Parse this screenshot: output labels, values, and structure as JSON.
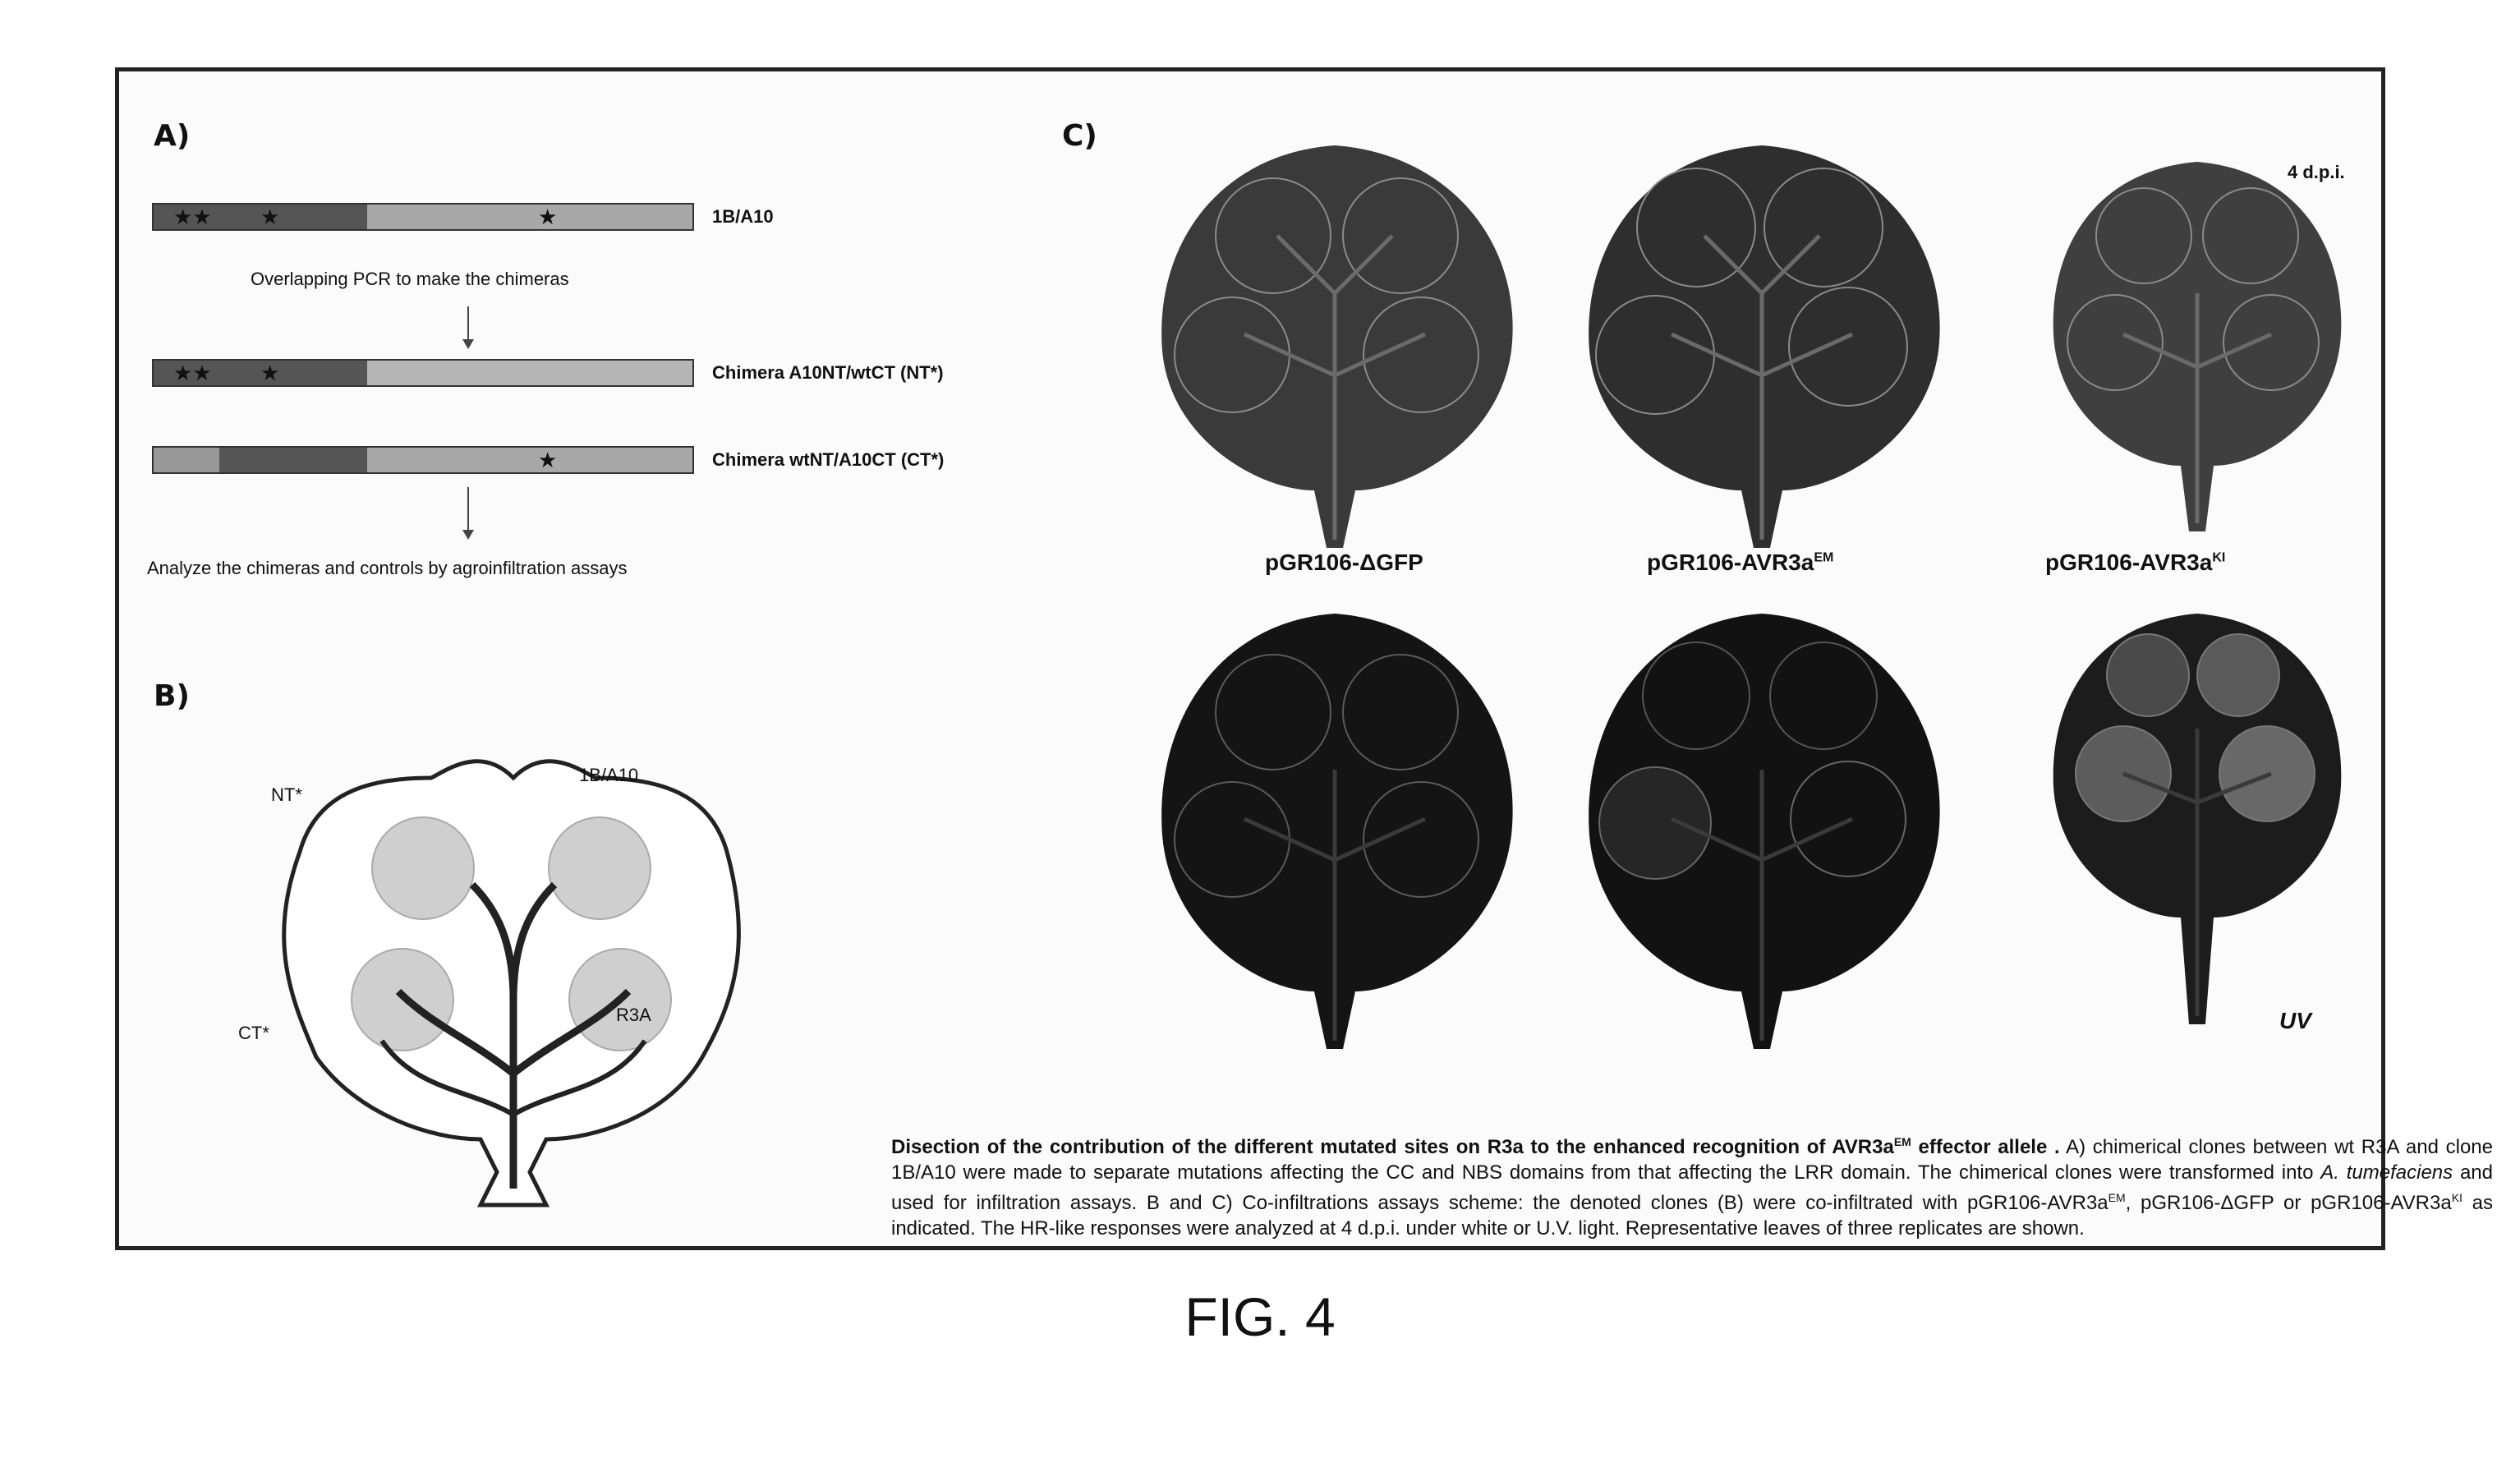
{
  "panelA": {
    "label": "A)",
    "bar1_label": "1B/A10",
    "step_text": "Overlapping PCR to make the chimeras",
    "bar2_label": "Chimera A10NT/wtCT (NT*)",
    "bar3_label": "Chimera wtNT/A10CT (CT*)",
    "analyze_text": "Analyze the chimeras and controls by agroinfiltration assays"
  },
  "panelB": {
    "label": "B)",
    "nt": "NT*",
    "b1a10": "1B/A10",
    "ct": "CT*",
    "r3a": "R3A"
  },
  "panelC": {
    "label": "C)",
    "dpi": "4 d.p.i.",
    "leaf1": "pGR106-ΔGFP",
    "leaf2_main": "pGR106-AVR3a",
    "leaf2_sup": "EM",
    "leaf3_main": "pGR106-AVR3a",
    "leaf3_sup": "KI",
    "uv": "UV"
  },
  "caption": {
    "title_main": "Disection of the contribution of the different mutated sites on R3a to the enhanced recognition of AVR3a",
    "title_sup": "EM",
    "title_end": " effector allele .",
    "body1": " A) chimerical clones between wt R3A and clone 1B/A10 were made to separate mutations affecting the CC and NBS domains from that affecting the LRR domain. The chimerical clones were transformed into ",
    "species": "A. tumefaciens",
    "body2": " and used for infiltration assays. B and C) Co-infiltrations assays scheme: the denoted clones (B) were co-infiltrated with pGR106-AVR3a",
    "sup1": "EM",
    "body3": ", pGR106-ΔGFP or pGR106-AVR3a",
    "sup2": "KI",
    "body4": " as indicated. The HR-like responses were analyzed at 4 d.p.i. under white or U.V. light. Representative leaves of three replicates are shown."
  },
  "figure_label": "FIG. 4",
  "colors": {
    "leaf_dark": "#2a2a2a",
    "leaf_mid": "#4a4a4a",
    "uv_leaf": "#151515",
    "bar_dark": "#5a5a5a",
    "bar_light": "#a9a9a9"
  }
}
